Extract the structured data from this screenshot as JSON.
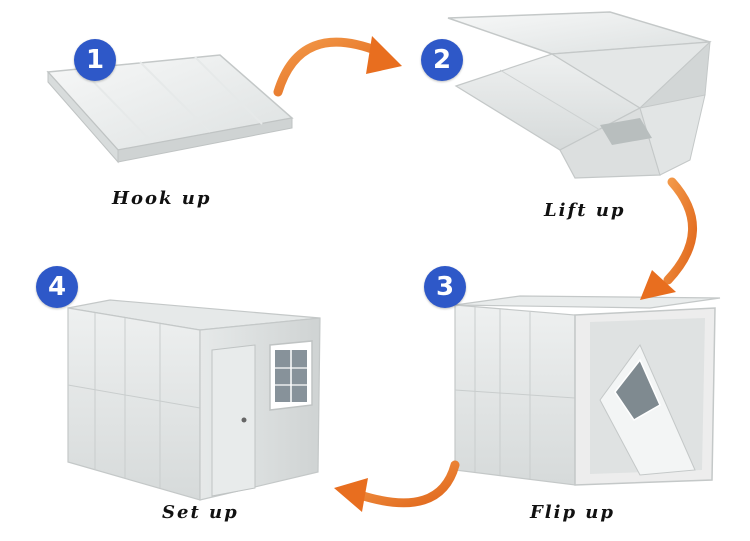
{
  "steps": [
    {
      "number": "1",
      "label": "Hook up"
    },
    {
      "number": "2",
      "label": "Lift up"
    },
    {
      "number": "3",
      "label": "Flip up"
    },
    {
      "number": "4",
      "label": "Set up"
    }
  ],
  "colors": {
    "badge": "#2e58c8",
    "arrow": "#ee7a24",
    "panel_light": "#f2f4f4",
    "panel_mid": "#dfe3e3",
    "frame": "#c9cdcd"
  }
}
